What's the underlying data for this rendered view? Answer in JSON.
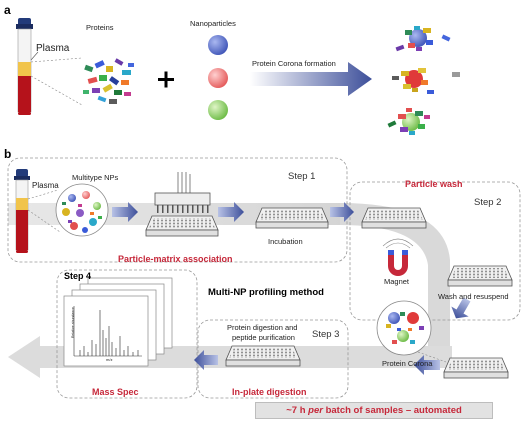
{
  "panel_a": {
    "label": "a",
    "plasma": "Plasma",
    "proteins": "Proteins",
    "nanoparticles": "Nanoparticles",
    "corona_formation": "Protein Corona formation",
    "plus": "+"
  },
  "panel_b": {
    "label": "b",
    "plasma": "Plasma",
    "multitype_nps": "Multitype NPs",
    "step1": "Step 1",
    "incubation": "Incubation",
    "particle_matrix": "Particle-matrix association",
    "particle_wash": "Particle wash",
    "step2": "Step 2",
    "magnet": "Magnet",
    "wash_resuspend": "Wash and resuspend",
    "step4": "Step 4",
    "method": "Multi-NP profiling method",
    "ms_ylabel": "Relative abundance",
    "ms_xlabel": "m/z",
    "protein_digestion_1": "Protein digestion and",
    "protein_digestion_2": "peptide purification",
    "step3": "Step 3",
    "protein_corona": "Protein Corona",
    "mass_spec": "Mass Spec",
    "inplate": "In-plate digestion",
    "footer_time": "~7 h ",
    "footer_per": "per",
    "footer_rest": " batch of samples – automated"
  },
  "colors": {
    "accent_red": "#c6283a",
    "np_blue": "#4b63c8",
    "np_red": "#ec6b6b",
    "np_green": "#7fc857",
    "arrow_blue": "#3d4f9a",
    "band_gray": "#d9d9d9"
  }
}
